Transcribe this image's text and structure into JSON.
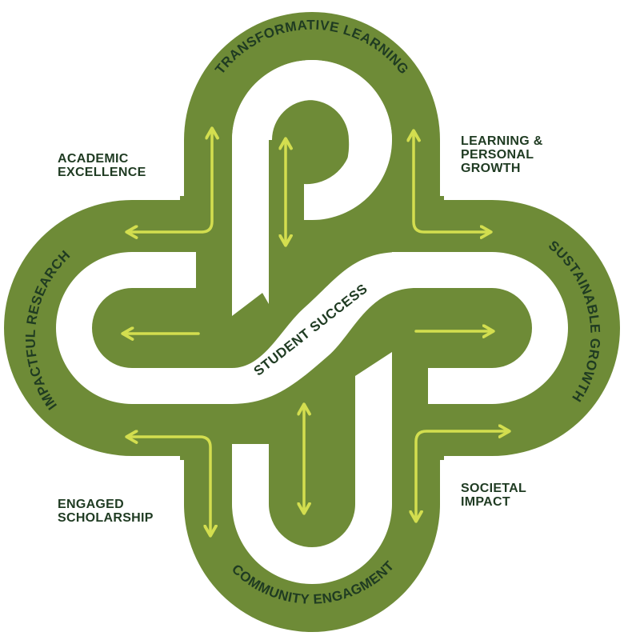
{
  "colors": {
    "shape_green": "#6e8b37",
    "road_white": "#ffffff",
    "arrow_yellow": "#d3de4f",
    "text_dark": "#1f3b22"
  },
  "center": {
    "label": "STUDENT SUCCESS"
  },
  "pillars": [
    {
      "id": "top",
      "label": "TRANSFORMATIVE LEARNING"
    },
    {
      "id": "right",
      "label": "SUSTAINABLE GROWTH"
    },
    {
      "id": "bottom",
      "label": "COMMUNITY ENGAGMENT"
    },
    {
      "id": "left",
      "label": "IMPACTFUL RESEARCH"
    }
  ],
  "corner_labels": {
    "top_left": "ACADEMIC\nEXCELLENCE",
    "top_right": "LEARNING &\nPERSONAL\nGROWTH",
    "bottom_left": "ENGAGED\nSCHOLARSHIP",
    "bottom_right": "SOCIETAL\nIMPACT"
  },
  "icons": {
    "arrows": "arrow-icon"
  }
}
